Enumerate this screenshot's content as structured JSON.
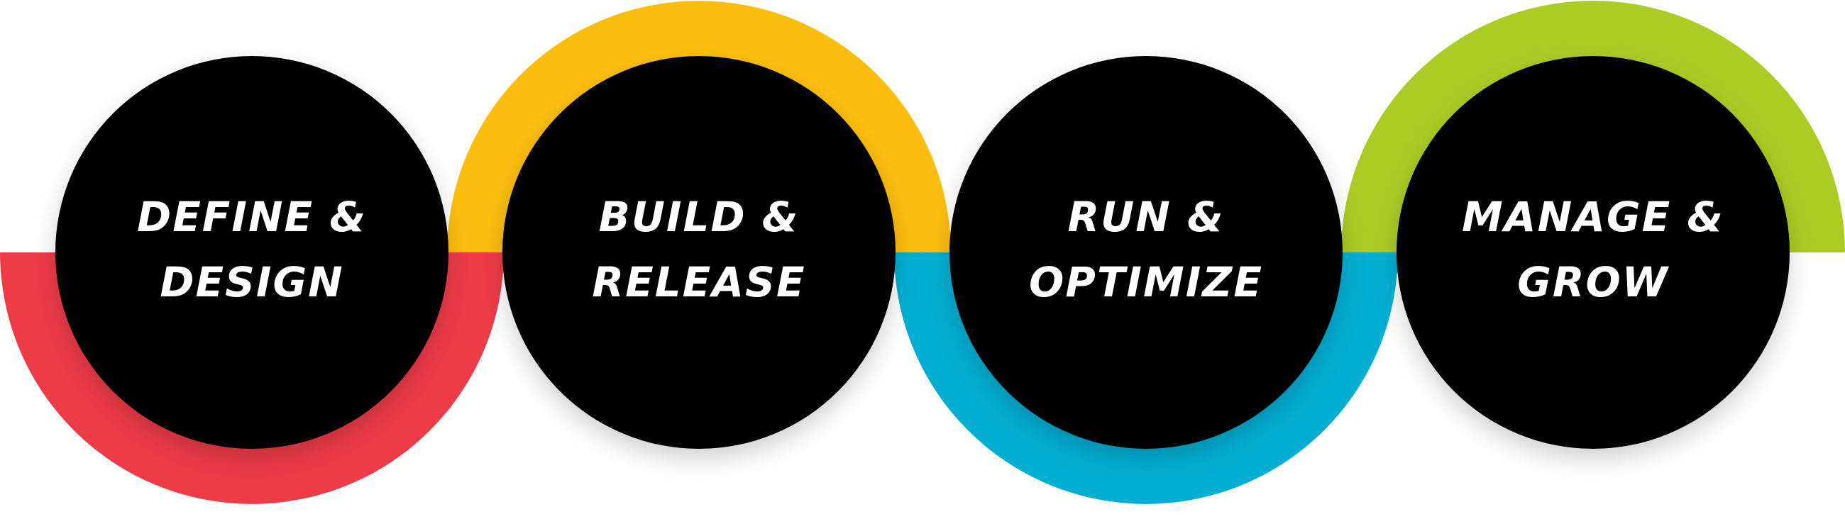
{
  "stages": [
    {
      "lines": [
        "DEFINE &",
        "DESIGN"
      ],
      "arc_color": "#EE3B48",
      "arc_side": "bottom"
    },
    {
      "lines": [
        "BUILD &",
        "RELEASE"
      ],
      "arc_color": "#FCBE0E",
      "arc_side": "top"
    },
    {
      "lines": [
        "RUN &",
        "OPTIMIZE"
      ],
      "arc_color": "#02AED2",
      "arc_side": "bottom"
    },
    {
      "lines": [
        "MANAGE &",
        "GROW"
      ],
      "arc_color": "#ACCB25",
      "arc_side": "top"
    }
  ],
  "circle_color": "#000000",
  "text_color": "#FFFFFF"
}
